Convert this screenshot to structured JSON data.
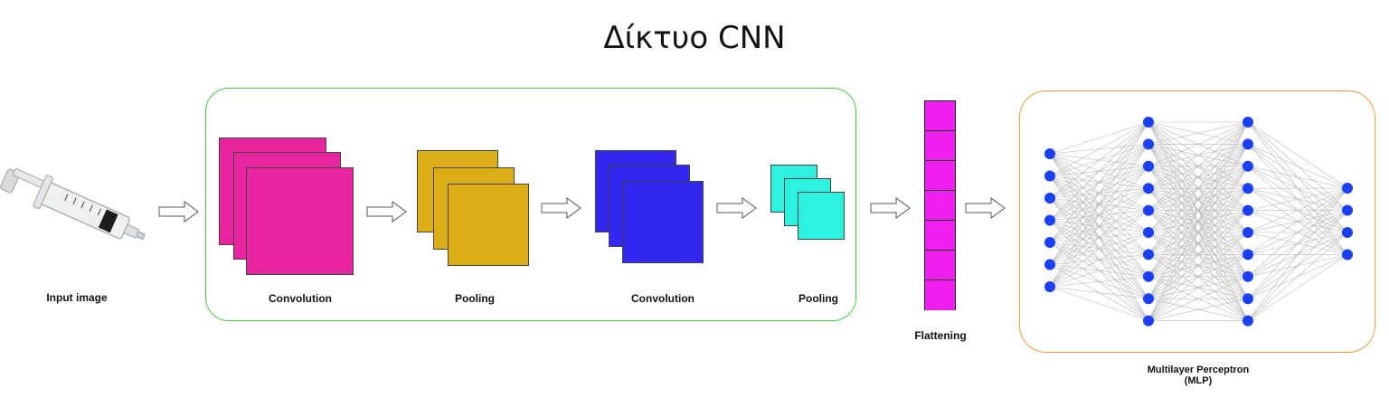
{
  "title": "Δίκτυο CNN",
  "stages": {
    "input_label": "Input image",
    "conv1_label": "Convolution",
    "pool1_label": "Pooling",
    "conv2_label": "Convolution",
    "pool2_label": "Pooling",
    "flatten_label": "Flattening",
    "mlp_label_line1": "Multilayer Perceptron",
    "mlp_label_line2": "(MLP)"
  },
  "colors": {
    "conv1": "#e8259e",
    "pool1": "#dcaf18",
    "conv2": "#3328f0",
    "pool2": "#2ef2e0",
    "flatten": "#ee1fee",
    "neuron": "#1a3ff5",
    "cnn_box": "#3fd23f",
    "mlp_box": "#f39a34"
  },
  "mlp": {
    "layer_sizes": [
      7,
      10,
      10,
      4
    ]
  },
  "flatten_cells": 7,
  "icons": {
    "input": "syringe-icon",
    "arrow": "hollow-right-arrow-icon"
  }
}
